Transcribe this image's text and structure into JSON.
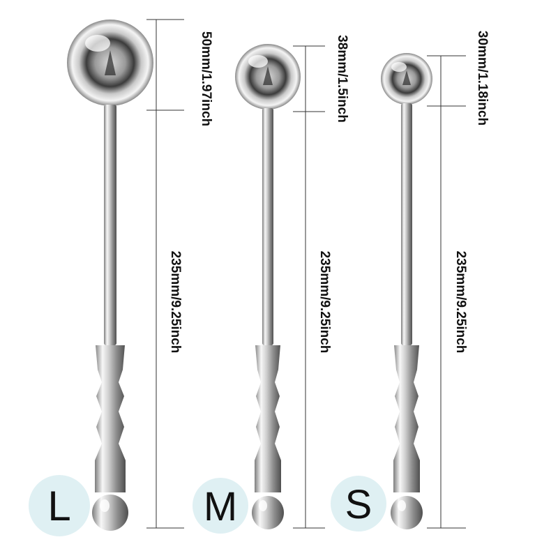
{
  "products": [
    {
      "size_label": "L",
      "head_dimension": "50mm/1.97inch",
      "length_dimension": "235mm/9.25inch"
    },
    {
      "size_label": "M",
      "head_dimension": "38mm/1.5inch",
      "length_dimension": "235mm/9.25inch"
    },
    {
      "size_label": "S",
      "head_dimension": "30mm/1.18inch",
      "length_dimension": "235mm/9.25inch"
    }
  ],
  "colors": {
    "badge": "#dff0f3",
    "dimension_line": "#333333",
    "text": "#111111"
  },
  "icons": {
    "ball_head": "steel-ball-icon",
    "handle": "beaded-handle-icon"
  }
}
